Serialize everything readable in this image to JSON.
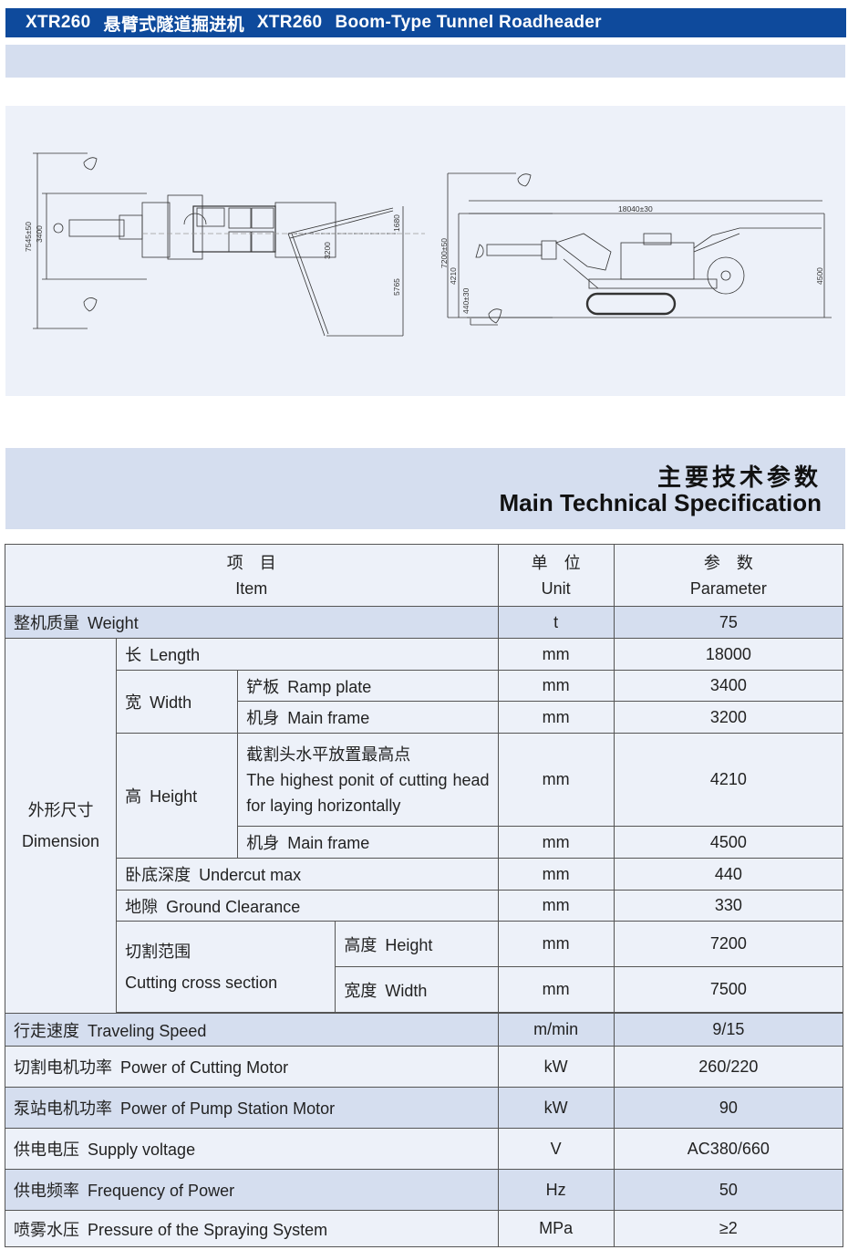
{
  "title": {
    "model": "XTR260",
    "cn": "悬臂式隧道掘进机",
    "en_model": "XTR260",
    "en": "Boom-Type Tunnel Roadheader"
  },
  "drawing": {
    "top_view": {
      "dims": [
        "7545±50",
        "3400",
        "3200",
        "1680",
        "5765"
      ]
    },
    "side_view": {
      "dims": [
        "18040±30",
        "7200±50",
        "4210",
        "440±30",
        "4500"
      ]
    }
  },
  "spec_section": {
    "title_cn": "主要技术参数",
    "title_en": "Main Technical Specification"
  },
  "table": {
    "headers": {
      "item_cn": "项　目",
      "item_en": "Item",
      "unit_cn": "单　位",
      "unit_en": "Unit",
      "param_cn": "参　数",
      "param_en": "Parameter"
    },
    "weight": {
      "cn": "整机质量",
      "en": "Weight",
      "unit": "t",
      "value": "75"
    },
    "dimension": {
      "cn": "外形尺寸",
      "en": "Dimension",
      "length": {
        "cn": "长",
        "en": "Length",
        "unit": "mm",
        "value": "18000"
      },
      "width": {
        "cn": "宽",
        "en": "Width",
        "ramp": {
          "cn": "铲板",
          "en": "Ramp plate",
          "unit": "mm",
          "value": "3400"
        },
        "frame": {
          "cn": "机身",
          "en": "Main frame",
          "unit": "mm",
          "value": "3200"
        }
      },
      "height": {
        "cn": "高",
        "en": "Height",
        "highest": {
          "cn": "截割头水平放置最高点",
          "en": "The highest ponit of cutting head for laying horizontally",
          "unit": "mm",
          "value": "4210"
        },
        "frame": {
          "cn": "机身",
          "en": "Main frame",
          "unit": "mm",
          "value": "4500"
        }
      },
      "undercut": {
        "cn": "卧底深度",
        "en": "Undercut max",
        "unit": "mm",
        "value": "440"
      },
      "clearance": {
        "cn": "地隙",
        "en": "Ground Clearance",
        "unit": "mm",
        "value": "330"
      },
      "cutting": {
        "cn": "切割范围",
        "en": "Cutting cross section",
        "height": {
          "cn": "高度",
          "en": "Height",
          "unit": "mm",
          "value": "7200"
        },
        "width": {
          "cn": "宽度",
          "en": "Width",
          "unit": "mm",
          "value": "7500"
        }
      }
    },
    "rows": [
      {
        "cn": "行走速度",
        "en": "Traveling Speed",
        "unit": "m/min",
        "value": "9/15"
      },
      {
        "cn": "切割电机功率",
        "en": "Power of Cutting Motor",
        "unit": "kW",
        "value": "260/220"
      },
      {
        "cn": "泵站电机功率",
        "en": "Power of Pump Station Motor",
        "unit": "kW",
        "value": "90"
      },
      {
        "cn": "供电电压",
        "en": "Supply voltage",
        "unit": "V",
        "value": "AC380/660"
      },
      {
        "cn": "供电频率",
        "en": "Frequency of Power",
        "unit": "Hz",
        "value": "50"
      },
      {
        "cn": "喷雾水压",
        "en": "Pressure of the Spraying System",
        "unit": "MPa",
        "value": "≥2"
      }
    ]
  },
  "colors": {
    "title_bar": "#0e4a9c",
    "band": "#d5deef",
    "row_light": "#edf1f9",
    "row_shaded": "#d5deef"
  }
}
